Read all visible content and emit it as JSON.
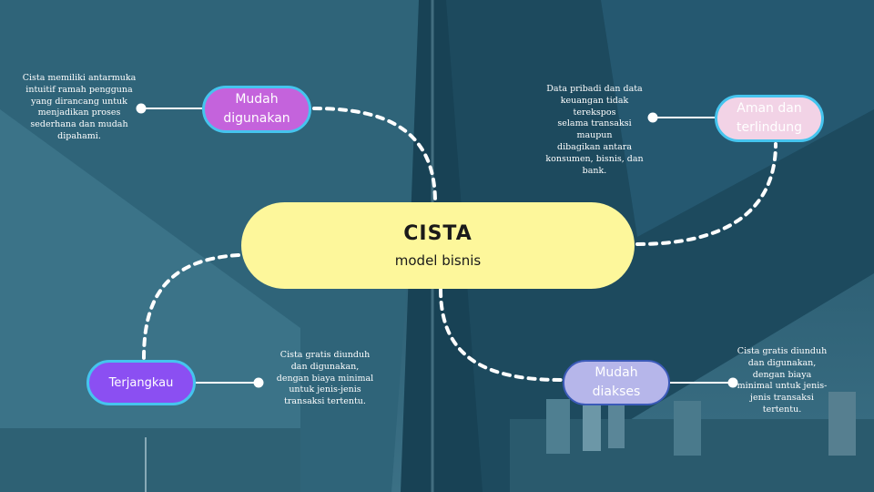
{
  "center": {
    "title": "CISTA",
    "subtitle": "model bisnis"
  },
  "nodes": [
    {
      "label_line1": "Mudah",
      "label_line2": "digunakan",
      "color": "#c463dc"
    },
    {
      "label_line1": "Aman dan",
      "label_line2": "terlindung",
      "color": "#f2d3e6"
    },
    {
      "label": "Terjangkau",
      "color": "#8b4ff2"
    },
    {
      "label_line1": "Mudah",
      "label_line2": "diakses",
      "color": "#b6b6ea"
    }
  ],
  "descriptions": [
    {
      "lines": [
        "Cista memiliki antarmuka",
        "intuitif ramah pengguna",
        "yang dirancang untuk",
        "menjadikan proses",
        "sederhana dan mudah",
        "dipahami."
      ]
    },
    {
      "lines": [
        "Data pribadi dan data",
        "keuangan tidak terekspos",
        "selama transaksi maupun",
        "dibagikan antara",
        "konsumen, bisnis, dan",
        "bank."
      ]
    },
    {
      "lines": [
        "Cista gratis diunduh",
        "dan digunakan,",
        "dengan biaya minimal",
        "untuk jenis-jenis",
        "transaksi tertentu."
      ]
    },
    {
      "lines": [
        "Cista gratis diunduh",
        "dan digunakan,",
        "dengan biaya",
        "minimal untuk jenis-",
        "jenis transaksi",
        "tertentu."
      ]
    }
  ],
  "colors": {
    "background": "#2b5f74",
    "connector": "#ffffff",
    "node_border": "#45c4ee",
    "center": "#fdf79b"
  }
}
